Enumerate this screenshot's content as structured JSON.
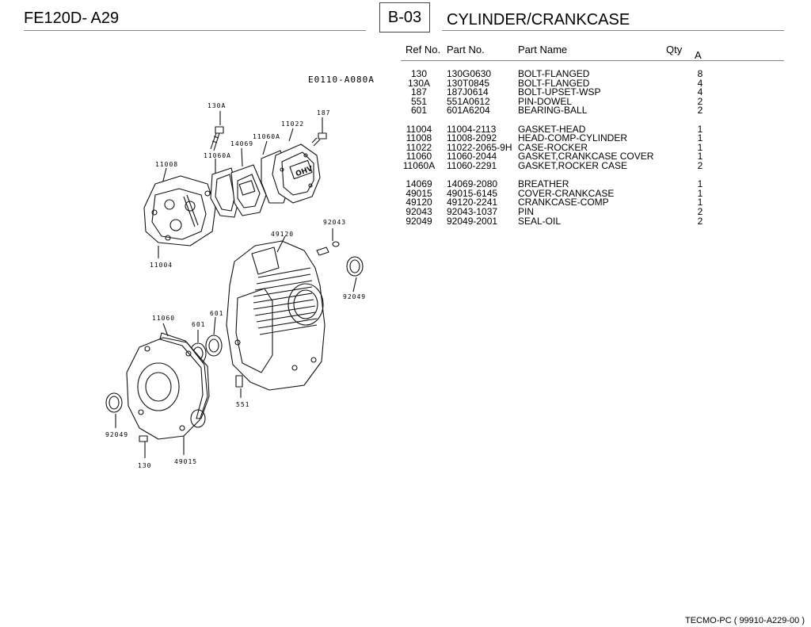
{
  "header": {
    "model": "FE120D- A29",
    "page_code": "B-03",
    "section_title": "CYLINDER/CRANKCASE"
  },
  "table": {
    "headers": {
      "ref": "Ref No.",
      "part": "Part No.",
      "name": "Part Name",
      "qty": "Qty",
      "qty_sub": "A"
    },
    "groups": [
      [
        {
          "ref": "130",
          "part": "130G0630",
          "name": "BOLT-FLANGED",
          "qty": "8"
        },
        {
          "ref": "130A",
          "part": "130T0845",
          "name": "BOLT-FLANGED",
          "qty": "4"
        },
        {
          "ref": "187",
          "part": "187J0614",
          "name": "BOLT-UPSET-WSP",
          "qty": "4"
        },
        {
          "ref": "551",
          "part": "551A0612",
          "name": "PIN-DOWEL",
          "qty": "2"
        },
        {
          "ref": "601",
          "part": "601A6204",
          "name": "BEARING-BALL",
          "qty": "2"
        }
      ],
      [
        {
          "ref": "11004",
          "part": "11004-2113",
          "name": "GASKET-HEAD",
          "qty": "1"
        },
        {
          "ref": "11008",
          "part": "11008-2092",
          "name": "HEAD-COMP-CYLINDER",
          "qty": "1"
        },
        {
          "ref": "11022",
          "part": "11022-2065-9H",
          "name": "CASE-ROCKER",
          "qty": "1"
        },
        {
          "ref": "11060",
          "part": "11060-2044",
          "name": "GASKET,CRANKCASE COVER",
          "qty": "1"
        },
        {
          "ref": "11060A",
          "part": "11060-2291",
          "name": "GASKET,ROCKER CASE",
          "qty": "2"
        }
      ],
      [
        {
          "ref": "14069",
          "part": "14069-2080",
          "name": "BREATHER",
          "qty": "1"
        },
        {
          "ref": "49015",
          "part": "49015-6145",
          "name": "COVER-CRANKCASE",
          "qty": "1"
        },
        {
          "ref": "49120",
          "part": "49120-2241",
          "name": "CRANKCASE-COMP",
          "qty": "1"
        },
        {
          "ref": "92043",
          "part": "92043-1037",
          "name": "PIN",
          "qty": "2"
        },
        {
          "ref": "92049",
          "part": "92049-2001",
          "name": "SEAL-OIL",
          "qty": "2"
        }
      ]
    ]
  },
  "diagram": {
    "code": "E0110-A080A",
    "rocker_logo": "OHV",
    "callouts": [
      {
        "id": "c130a",
        "text": "130A"
      },
      {
        "id": "c187",
        "text": "187"
      },
      {
        "id": "c11022",
        "text": "11022"
      },
      {
        "id": "c11060a_top",
        "text": "11060A"
      },
      {
        "id": "c14069",
        "text": "14069"
      },
      {
        "id": "c11060a_mid",
        "text": "11060A"
      },
      {
        "id": "c11008",
        "text": "11008"
      },
      {
        "id": "c11004",
        "text": "11004"
      },
      {
        "id": "c92043",
        "text": "92043"
      },
      {
        "id": "c49120",
        "text": "49120"
      },
      {
        "id": "c92049_r",
        "text": "92049"
      },
      {
        "id": "c11060",
        "text": "11060"
      },
      {
        "id": "c601_a",
        "text": "601"
      },
      {
        "id": "c601_b",
        "text": "601"
      },
      {
        "id": "c551",
        "text": "551"
      },
      {
        "id": "c92049_l",
        "text": "92049"
      },
      {
        "id": "c130",
        "text": "130"
      },
      {
        "id": "c49015",
        "text": "49015"
      }
    ]
  },
  "footer": {
    "text": "TECMO-PC  ( 99910-A229-00 )"
  }
}
